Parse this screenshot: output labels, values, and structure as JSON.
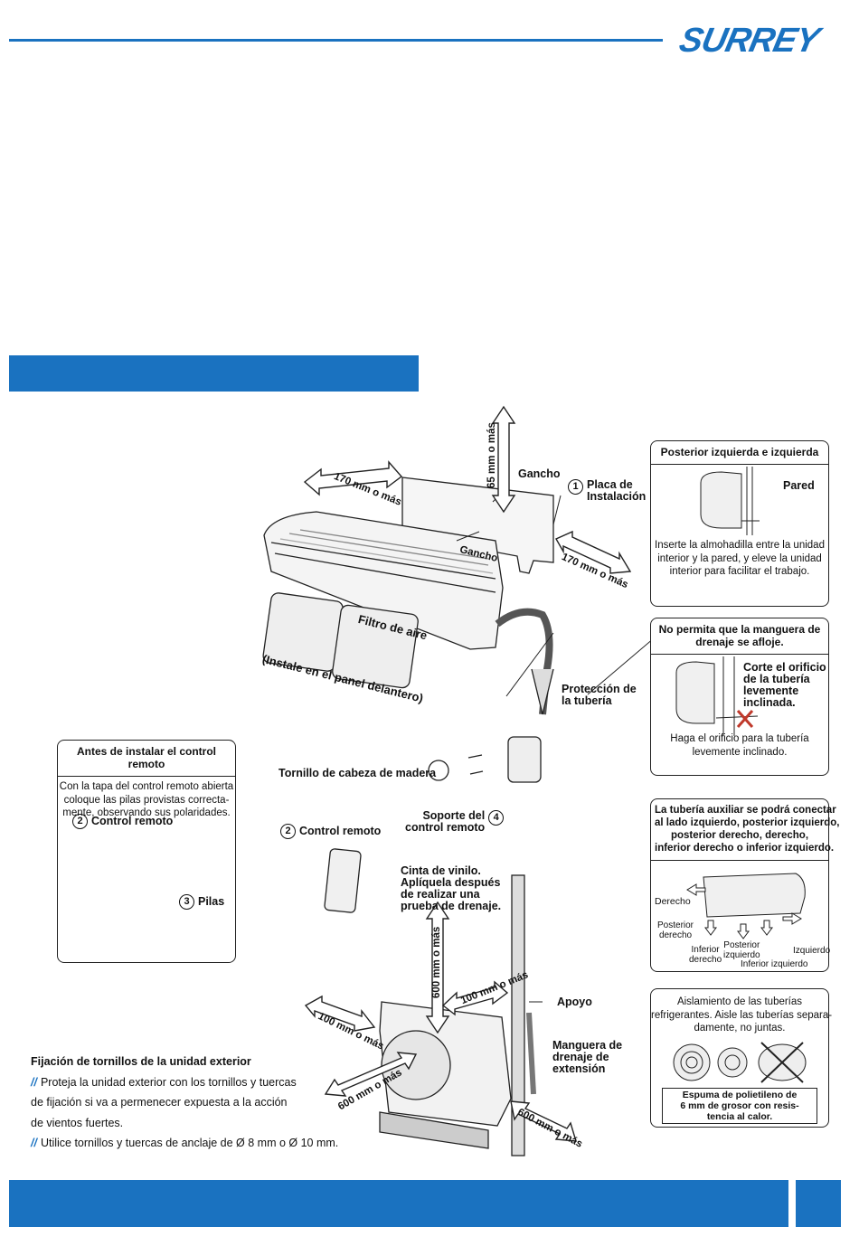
{
  "brand": "SURREY",
  "labels": {
    "gancho_top": "Gancho",
    "gancho_mid": "Gancho",
    "placa": "Placa de\nInstalación",
    "placa_num": "1",
    "filtro": "Filtro de aire",
    "instale": "(Instale en el panel delantero)",
    "proteccion": "Protección de\nla tubería",
    "tornillo": "Tornillo de cabeza de madera",
    "soporte": "Soporte del\ncontrol remoto",
    "soporte_num": "4",
    "control_remoto_mid": "Control remoto",
    "control_remoto_mid_num": "2",
    "cinta": "Cinta de vinilo.\nAplíquela después\nde realizar una\nprueba de drenaje.",
    "apoyo": "Apoyo",
    "manguera": "Manguera de\ndrenaje de\nextensión",
    "dist_170_left": "170 mm o más",
    "dist_65": "65 mm o más",
    "dist_170_right": "170 mm o más",
    "dist_600_up": "600 mm o más",
    "dist_100_right": "100 mm o más",
    "dist_100_left": "100 mm o más",
    "dist_600_front": "600 mm o más",
    "dist_600_right": "600 mm o más"
  },
  "box_posterior": {
    "title": "Posterior izquierda e izquierda",
    "pared": "Pared",
    "text": "Inserte la almohadilla entre la unidad\ninterior y la pared, y eleve la unidad\ninterior para facilitar el trabajo."
  },
  "box_manguera": {
    "title": "No permita que la manguera\nde drenaje se afloje.",
    "corte": "Corte el orificio\nde la tubería\nlevemente\ninclinada.",
    "text": "Haga el orificio para la tubería\nlevemente inclinado."
  },
  "box_auxiliar": {
    "title": "La tubería auxiliar se podrá conectar\nal lado izquierdo, posterior izquierdo,\nposterior derecho, derecho,\ninferior derecho o inferior izquierdo.",
    "derecho": "Derecho",
    "posterior_derecho": "Posterior\nderecho",
    "inferior_derecho": "Inferior\nderecho",
    "posterior_izquierdo": "Posterior\nizquierdo",
    "izquierdo": "Izquierdo",
    "inferior_izquierdo": "Inferior izquierdo"
  },
  "box_aislamiento": {
    "text": "Aislamiento de las tuberías\nrefrigerantes. Aisle las tuberías separa-\ndamente, no juntas.",
    "espuma": "Espuma de polietileno de\n6 mm de grosor con resis-\ntencia al calor."
  },
  "box_remoto": {
    "title": "Antes de instalar el control remoto",
    "text": "Con la tapa del control remoto abierta\ncoloque las pilas provistas correcta-\nmente, observando sus polaridades.",
    "control": "Control remoto",
    "control_num": "2",
    "pilas": "Pilas",
    "pilas_num": "3"
  },
  "fijacion": {
    "title": "Fijación de tornillos de la unidad exterior",
    "bullet": "//",
    "line1": "Proteja la unidad exterior con los tornillos y tuercas",
    "line2": "de fijación si va a permenecer expuesta a la acción",
    "line3": "de vientos fuertes.",
    "line4": "Utilice tornillos y tuercas de anclaje de Ø 8 mm o Ø 10 mm."
  },
  "colors": {
    "accent": "#1a72c0"
  }
}
